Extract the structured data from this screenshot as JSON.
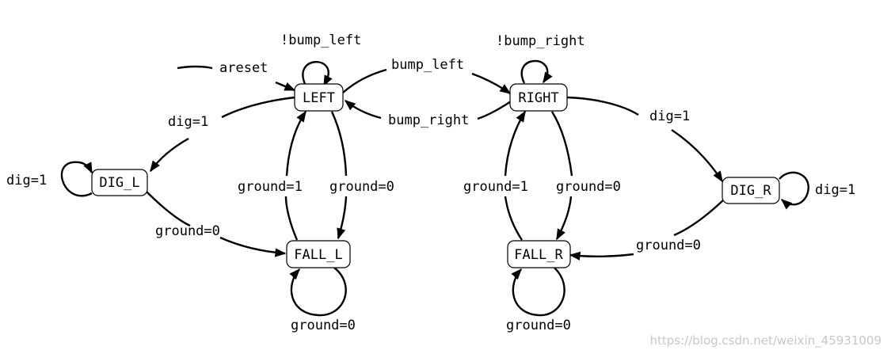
{
  "states": {
    "left": "LEFT",
    "right": "RIGHT",
    "dig_l": "DIG_L",
    "dig_r": "DIG_R",
    "fall_l": "FALL_L",
    "fall_r": "FALL_R"
  },
  "transitions": {
    "areset": "areset",
    "left_self": "!bump_left",
    "right_self": "!bump_right",
    "left_to_right": "bump_left",
    "right_to_left": "bump_right",
    "left_to_dig": "dig=1",
    "dig_l_self": "dig=1",
    "dig_l_to_fall": "ground=0",
    "fall_l_to_left": "ground=1",
    "left_to_fall": "ground=0",
    "fall_l_self": "ground=0",
    "right_to_dig": "dig=1",
    "dig_r_self": "dig=1",
    "dig_r_to_fall": "ground=0",
    "fall_r_to_right": "ground=1",
    "right_to_fall": "ground=0",
    "fall_r_self": "ground=0"
  },
  "watermark": "https://blog.csdn.net/weixin_45931009"
}
